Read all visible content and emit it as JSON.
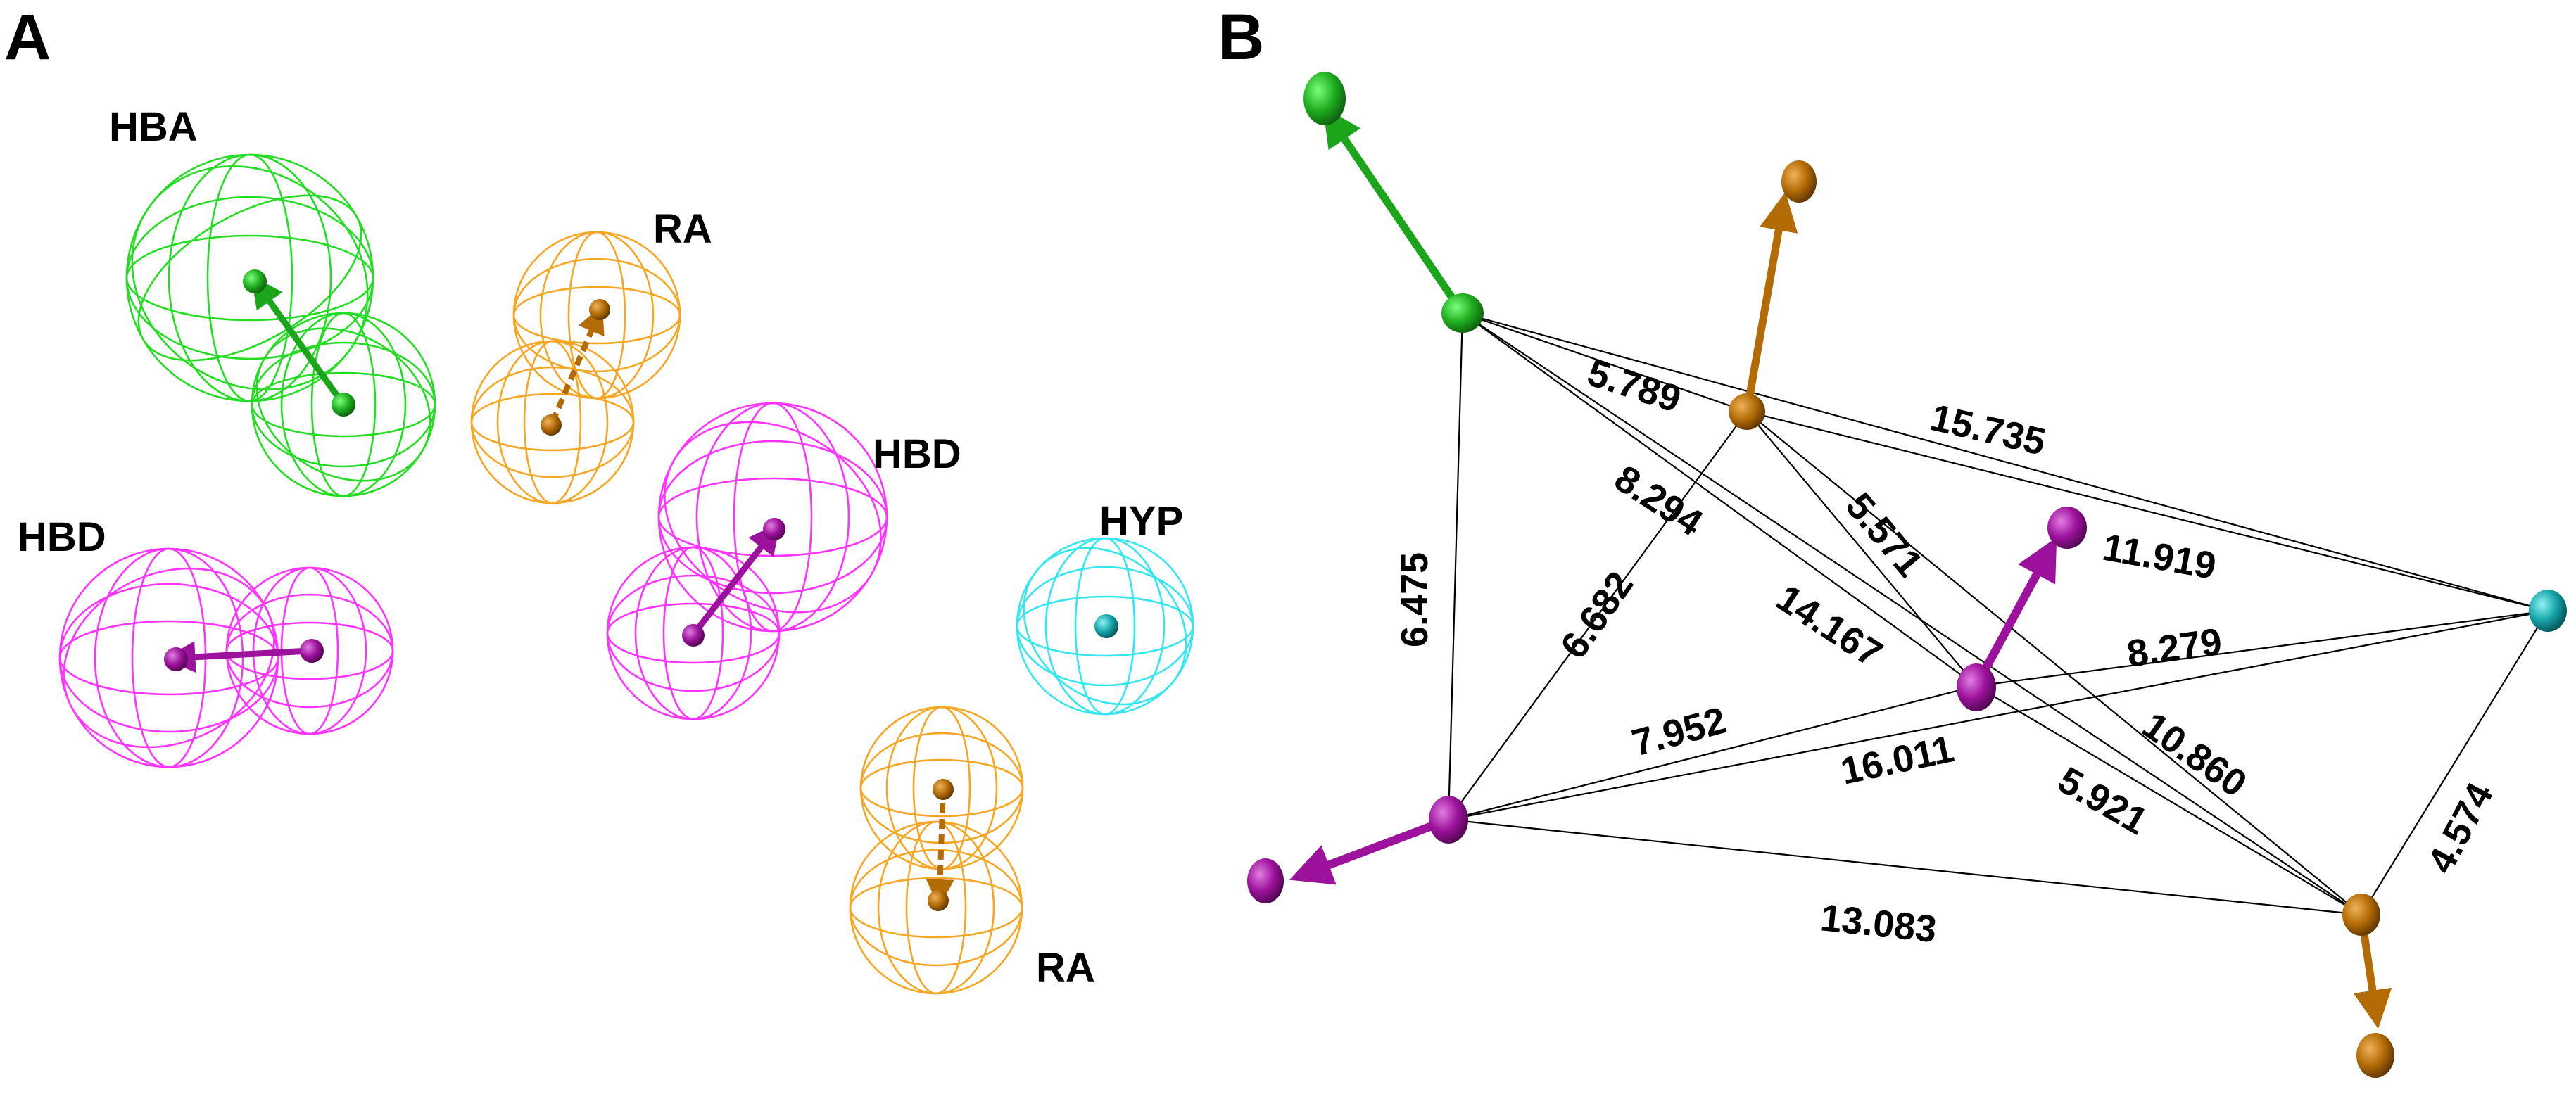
{
  "panel_a": {
    "letter": "A",
    "labels": {
      "hba": "HBA",
      "ra_top": "RA",
      "hbd_left": "HBD",
      "hbd_mid": "HBD",
      "hyp": "HYP",
      "ra_bottom": "RA"
    }
  },
  "panel_b": {
    "letter": "B",
    "distances": {
      "d_6_475": "6.475",
      "d_5_789": "5.789",
      "d_8_294": "8.294",
      "d_6_682": "6.682",
      "d_15_735": "15.735",
      "d_5_571": "5.571",
      "d_11_919": "11.919",
      "d_14_167": "14.167",
      "d_8_279": "8.279",
      "d_7_952": "7.952",
      "d_16_011": "16.011",
      "d_10_860": "10.860",
      "d_5_921": "5.921",
      "d_4_574": "4.574",
      "d_13_083": "13.083"
    }
  },
  "colors": {
    "hba": "#22dd22",
    "hba_dark": "#1a9e1a",
    "hbd": "#ff33ff",
    "hbd_dark": "#9a119a",
    "ra": "#f5a623",
    "ra_dark": "#b36b06",
    "hyp": "#33e6f0",
    "hyp_dark": "#119a9e"
  }
}
